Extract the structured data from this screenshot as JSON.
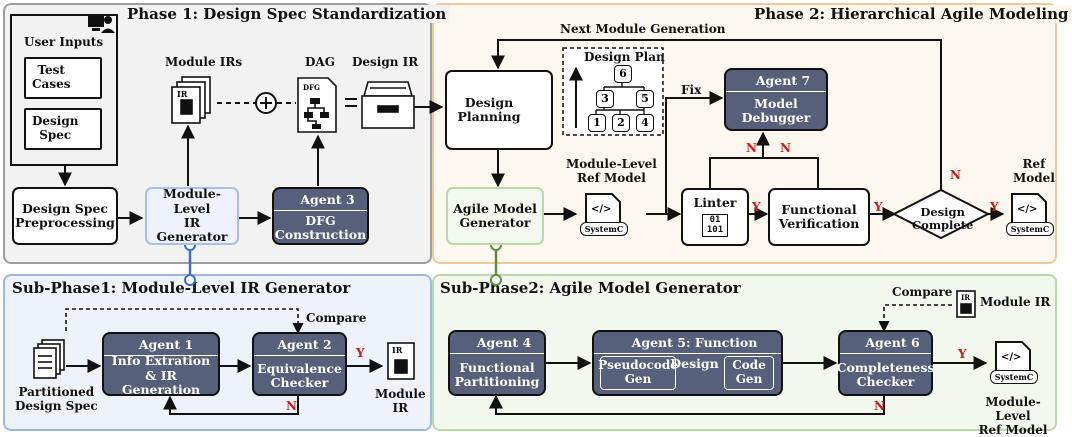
{
  "phase1": {
    "title": "Phase 1: Design Spec Standardization"
  },
  "phase2": {
    "title": "Phase 2: Hierarchical Agile Modeling"
  },
  "sub1": {
    "title": "Sub-Phase1: Module-Level IR Generator"
  },
  "sub2": {
    "title": "Sub-Phase2: Agile Model Generator"
  },
  "p1": {
    "user_inputs": "User Inputs",
    "test_cases": "Test\nCases",
    "design_spec": "Design\nSpec",
    "module_irs": "Module IRs",
    "dag": "DAG",
    "design_ir": "Design IR",
    "preprocessing": "Design Spec\nPreprocessing",
    "ir_generator": "Module-Level\nIR Generator",
    "agent3_name": "Agent 3",
    "agent3_task": "DFG\nConstruction",
    "ir_tag": "IR",
    "dfg_tag": "DFG"
  },
  "p2": {
    "next_module": "Next Module Generation",
    "design_planning": "Design\nPlanning",
    "design_plan": "Design Plan",
    "plan_nodes": [
      "6",
      "3",
      "5",
      "1",
      "2",
      "4"
    ],
    "fix": "Fix",
    "agent7_name": "Agent 7",
    "agent7_task": "Model\nDebugger",
    "module_ref": "Module-Level\nRef Model",
    "agile_gen": "Agile Model\nGenerator",
    "linter": "Linter",
    "functional": "Functional\nVerification",
    "design_complete": "Design\nComplete",
    "ref_model": "Ref\nModel",
    "systemc": "SystemC",
    "code_tag": "</>",
    "binary": "01\n101",
    "y": "Y",
    "n": "N"
  },
  "s1": {
    "partitioned": "Partitioned\nDesign Spec",
    "agent1_name": "Agent 1",
    "agent1_task": "Info Extration\n& IR Generation",
    "agent2_name": "Agent 2",
    "agent2_task": "Equivalence\nChecker",
    "compare": "Compare",
    "module_ir": "Module\nIR"
  },
  "s2": {
    "agent4_name": "Agent 4",
    "agent4_task": "Functional\nPartitioning",
    "agent5_name": "Agent 5: Function Design",
    "pseudocode": "Pseudocode\nGen",
    "code_gen": "Code\nGen",
    "agent6_name": "Agent 6",
    "agent6_task": "Completeness\nChecker",
    "compare": "Compare",
    "module_ir": "Module IR",
    "module_ref": "Module-Level\nRef Model"
  },
  "colors": {
    "phase1_bg": "#f2f2f2",
    "phase1_border": "#9e9e9e",
    "phase2_bg": "#fdf8ef",
    "phase2_border": "#f2c89a",
    "sub1_bg": "#eef2fb",
    "sub1_border": "#9db7e6",
    "sub2_bg": "#f2f8ee",
    "sub2_border": "#b9d9a8",
    "agent_fill": "#56607a",
    "accent_red": "#cc1a1a"
  }
}
